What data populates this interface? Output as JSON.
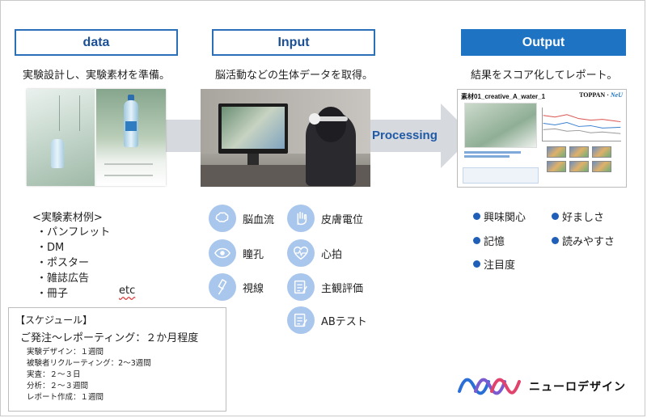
{
  "headers": {
    "data": "data",
    "input": "Input",
    "output": "Output"
  },
  "subtitles": {
    "data": "実験設計し、実験素材を準備。",
    "input": "脳活動などの生体データを取得。",
    "output": "結果をスコア化してレポート。"
  },
  "processing_label": "Processing",
  "report": {
    "title": "素材01_creative_A_water_1",
    "brand_a": "TOPPAN",
    "brand_b": "NeU"
  },
  "materials": {
    "title": "<実験素材例>",
    "items": [
      "・パンフレット",
      "・DM",
      "・ポスター",
      "・雑誌広告",
      "・冊子"
    ],
    "etc": "etc"
  },
  "metrics": [
    {
      "label": "脳血流",
      "icon": "brain-icon"
    },
    {
      "label": "皮膚電位",
      "icon": "hand-icon"
    },
    {
      "label": "瞳孔",
      "icon": "eye-icon"
    },
    {
      "label": "心拍",
      "icon": "heartbeat-icon"
    },
    {
      "label": "視線",
      "icon": "gaze-icon"
    },
    {
      "label": "主観評価",
      "icon": "checklist-icon"
    },
    {
      "label": "ABテスト",
      "icon": "checklist-icon"
    }
  ],
  "results": [
    "興味関心",
    "好ましさ",
    "記憶",
    "読みやすさ",
    "注目度"
  ],
  "schedule": {
    "title": "【スケジュール】",
    "main": "ご発注～レポーティング：２か月程度",
    "items": [
      "実験デザイン：１週間",
      "被験者リクルーティング：2～3週間",
      "実査：２～３日",
      "分析：２～３週間",
      "レポート作成：１週間"
    ]
  },
  "logo_text": "ニューロデザイン",
  "colors": {
    "accent": "#1e73c2",
    "icon_bg": "#a9c6ec",
    "bullet": "#1f5fb8",
    "arrow": "#d6d9dd"
  }
}
